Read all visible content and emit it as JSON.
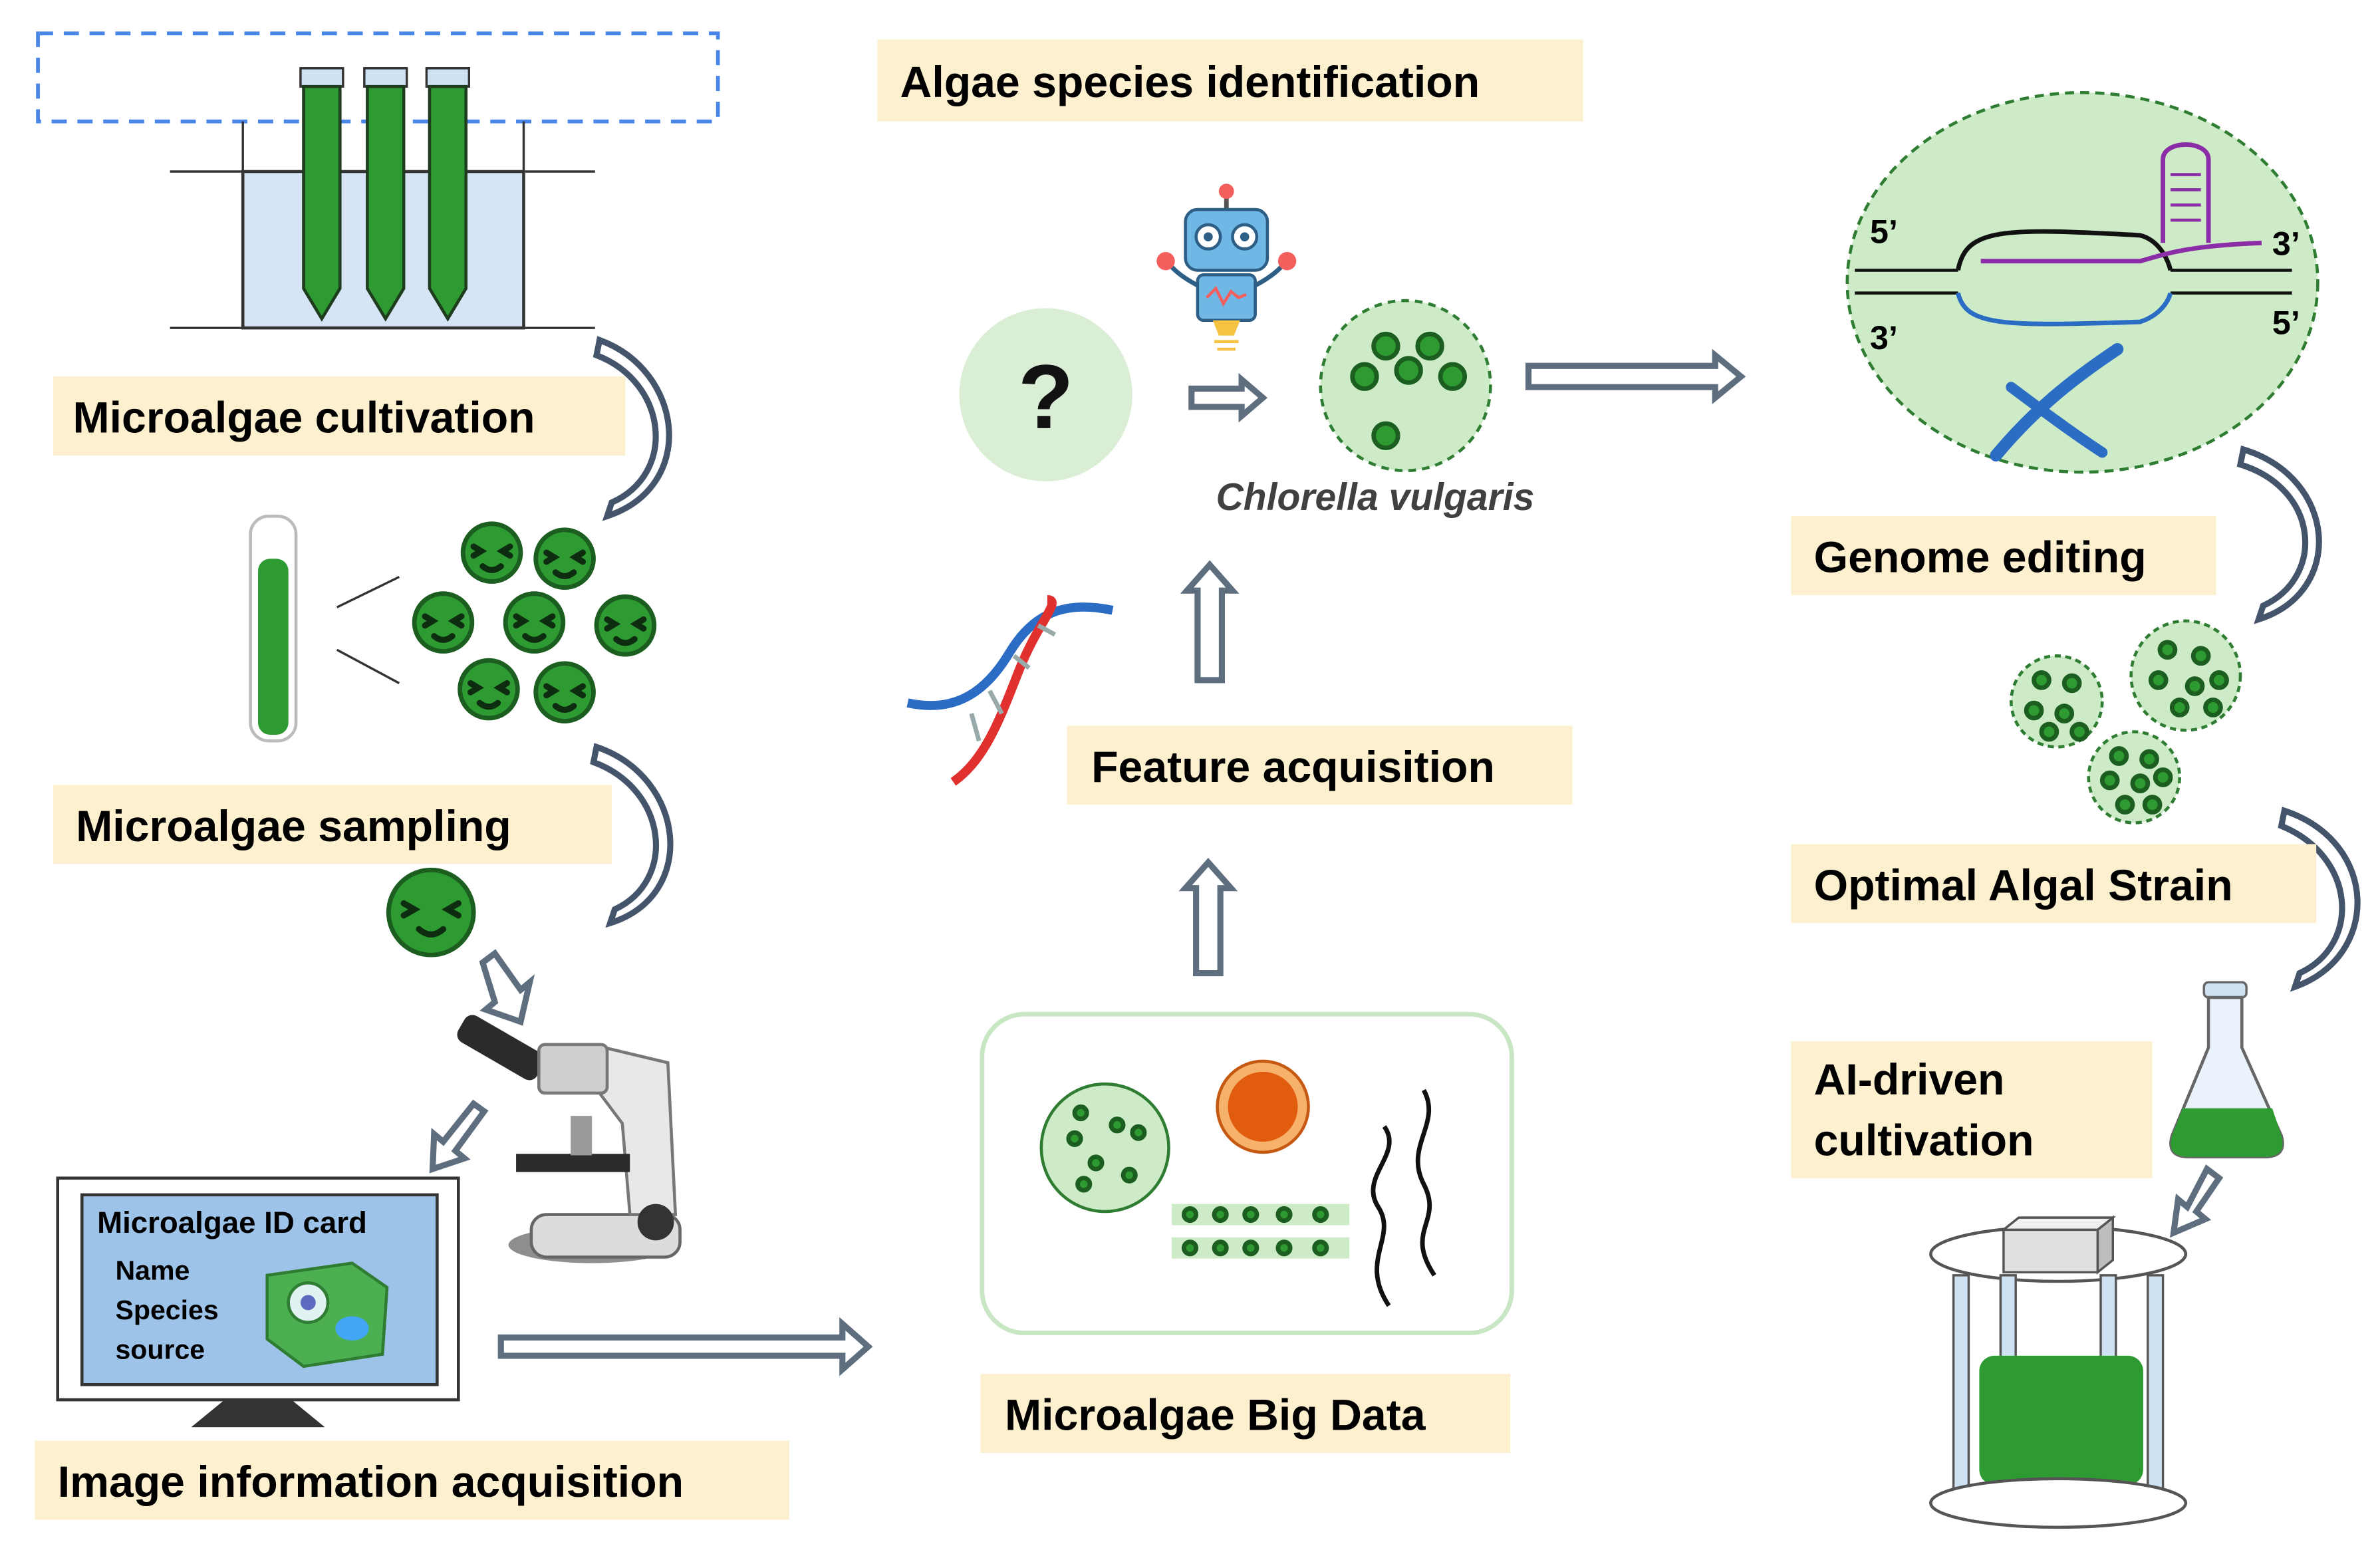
{
  "labels": {
    "cultivation": "Microalgae cultivation",
    "sampling": "Microalgae sampling",
    "image_acq": "Image information acquisition",
    "species_id": "Algae species identification",
    "feature_acq": "Feature acquisition",
    "big_data": "Microalgae Big Data",
    "genome": "Genome editing",
    "optimal": "Optimal Algal Strain",
    "ai_driven_line1": "AI-driven",
    "ai_driven_line2": "cultivation"
  },
  "species_name": "Chlorella vulgaris",
  "unknown_mark": "?",
  "id_card": {
    "title": "Microalgae ID card",
    "fields": [
      "Name",
      "Species",
      "source"
    ]
  },
  "genome_labels": {
    "top_left": "5’",
    "bottom_left": "3’",
    "top_right": "3’",
    "bottom_right": "5’"
  },
  "colors": {
    "algae_green": "#2e9a32",
    "light_green": "#cdebc7",
    "label_highlight": "#fdf0cf",
    "dna_red": "#e0312f",
    "dna_blue": "#2b6cc4",
    "crispr_purple": "#8b2da6"
  }
}
